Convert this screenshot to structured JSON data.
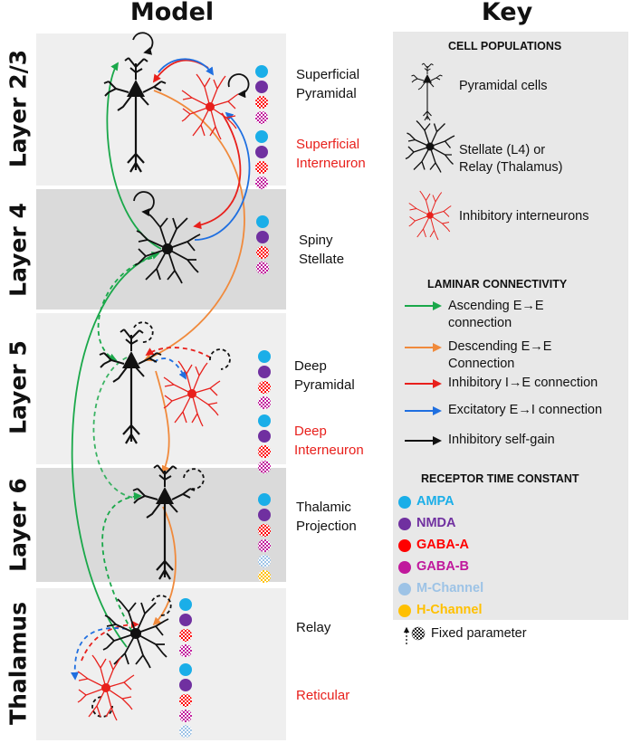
{
  "headings": {
    "model": "Model",
    "key": "Key"
  },
  "layers": [
    {
      "label": "Layer 2/3"
    },
    {
      "label": "Layer 4"
    },
    {
      "label": "Layer 5"
    },
    {
      "label": "Layer 6"
    },
    {
      "label": "Thalamus"
    }
  ],
  "cells": {
    "superficial_pyramidal": {
      "label": "Superficial\nPyramidal"
    },
    "superficial_interneuron": {
      "label": "Superficial\nInterneuron"
    },
    "spiny_stellate": {
      "label": "Spiny\nStellate"
    },
    "deep_pyramidal": {
      "label": "Deep\nPyramidal"
    },
    "deep_interneuron": {
      "label": "Deep\nInterneuron"
    },
    "thalamic_projection": {
      "label": "Thalamic\nProjection"
    },
    "relay": {
      "label": "Relay"
    },
    "reticular": {
      "label": "Reticular"
    }
  },
  "key": {
    "cell_populations": {
      "title": "CELL POPULATIONS",
      "items": [
        {
          "label": "Pyramidal cells"
        },
        {
          "label": "Stellate (L4) or\nRelay (Thalamus)"
        },
        {
          "label": "Inhibitory interneurons"
        }
      ]
    },
    "laminar_connectivity": {
      "title": "LAMINAR CONNECTIVITY",
      "items": [
        {
          "label": "Ascending E→E\nconnection",
          "color": "#1aa84a"
        },
        {
          "label": "Descending E→E\nConnection",
          "color": "#f08a3c"
        },
        {
          "label": "Inhibitory I→E connection",
          "color": "#e8201c"
        },
        {
          "label": "Excitatory E→I connection",
          "color": "#1f6fe0"
        },
        {
          "label": "Inhibitory self-gain",
          "color": "#111111"
        }
      ]
    },
    "receptor_time_constant": {
      "title": "RECEPTOR TIME CONSTANT",
      "items": [
        {
          "label": "AMPA",
          "color": "#1aaee8"
        },
        {
          "label": "NMDA",
          "color": "#7030a0"
        },
        {
          "label": "GABA-A",
          "color": "#ff0000"
        },
        {
          "label": "GABA-B",
          "color": "#c0189c"
        },
        {
          "label": "M-Channel",
          "color": "#9dc3e6"
        },
        {
          "label": "H-Channel",
          "color": "#ffc000"
        }
      ],
      "fixed_label": "Fixed parameter"
    }
  }
}
